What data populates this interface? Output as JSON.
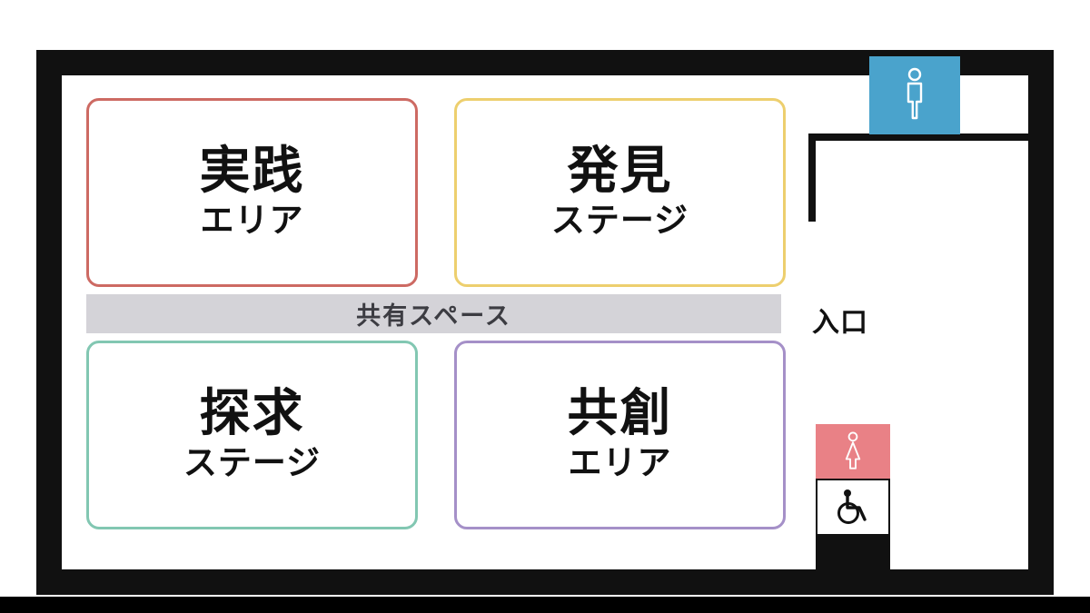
{
  "diagram": {
    "type": "floor-plan",
    "background": "#ffffff",
    "wall_color": "#111111"
  },
  "rooms": [
    {
      "name": "practice-area",
      "title": "実践",
      "subtitle": "エリア",
      "border_color": "#cd6a63"
    },
    {
      "name": "discovery-stage",
      "title": "発見",
      "subtitle": "ステージ",
      "border_color": "#edcf6e"
    },
    {
      "name": "exploration-stage",
      "title": "探求",
      "subtitle": "ステージ",
      "border_color": "#82c7b2"
    },
    {
      "name": "cocreation-area",
      "title": "共創",
      "subtitle": "エリア",
      "border_color": "#a590c8"
    }
  ],
  "shared_space": {
    "label": "共有スペース",
    "background": "#d4d3d8",
    "text_color": "#3c3c42"
  },
  "entrance": {
    "label": "入口"
  },
  "facilities": [
    {
      "name": "mens-restroom",
      "icon": "male-icon",
      "background": "#4aa3cc",
      "icon_color": "#ffffff"
    },
    {
      "name": "womens-restroom",
      "icon": "female-icon",
      "background": "#e98186",
      "icon_color": "#ffffff"
    },
    {
      "name": "accessible-restroom",
      "icon": "wheelchair-icon",
      "background": "#ffffff",
      "icon_color": "#111111"
    }
  ]
}
